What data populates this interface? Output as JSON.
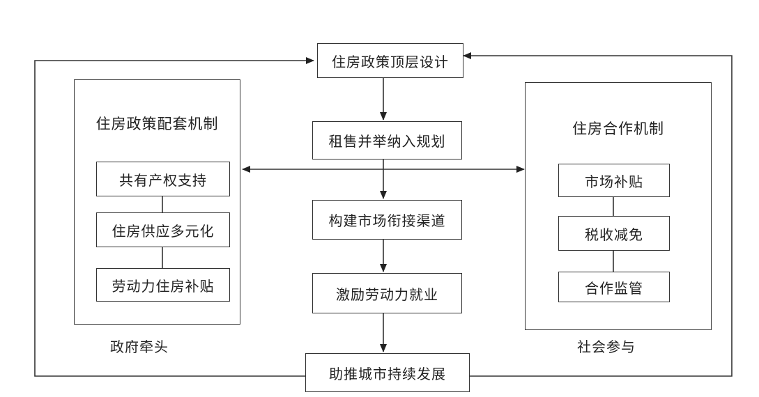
{
  "center": {
    "top_design": "住房政策顶层设计",
    "rent_purchase": "租售并举纳入规划",
    "market_channel": "构建市场衔接渠道",
    "employment": "激励劳动力就业",
    "sustainable": "助推城市持续发展"
  },
  "left_panel": {
    "title": "住房政策配套机制",
    "items": [
      "共有产权支持",
      "住房供应多元化",
      "劳动力住房补贴"
    ],
    "caption": "政府牵头"
  },
  "right_panel": {
    "title": "住房合作机制",
    "items": [
      "市场补贴",
      "税收减免",
      "合作监管"
    ],
    "caption": "社会参与"
  }
}
